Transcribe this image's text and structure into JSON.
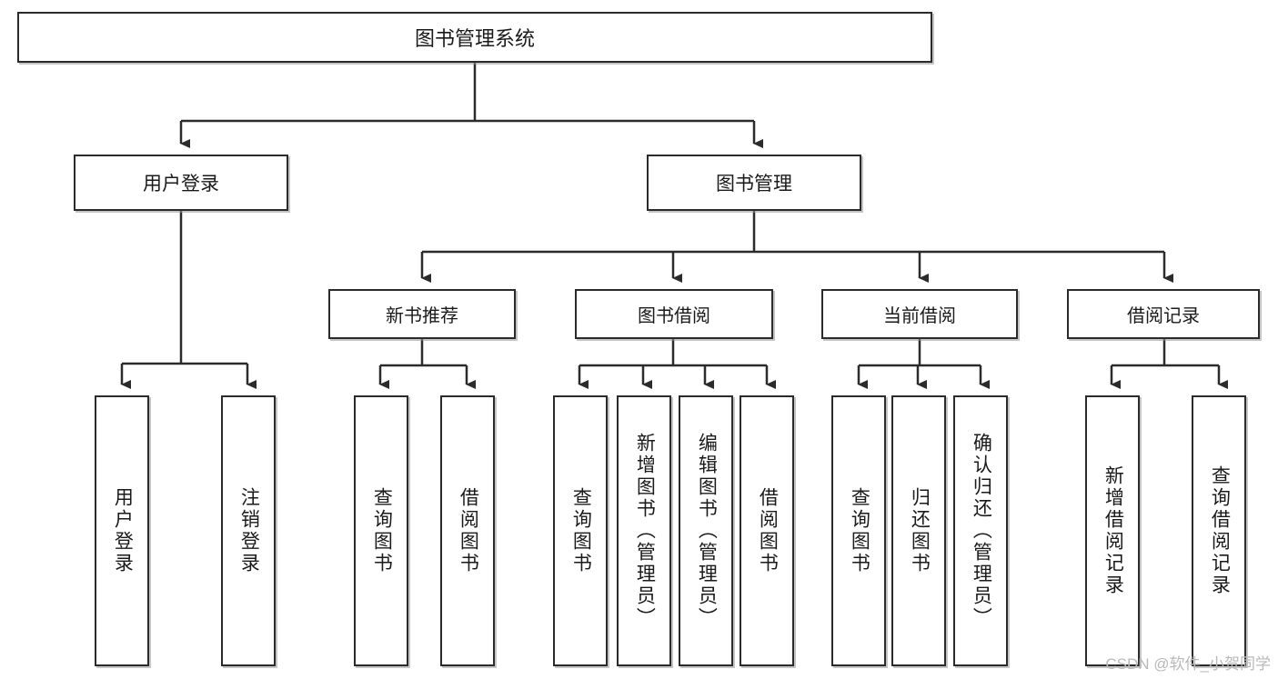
{
  "diagram": {
    "type": "tree-hierarchy-chart",
    "title": "图书管理系统",
    "stroke_color": "#2b2b2b",
    "fill_color": "#ffffff",
    "text_color": "#1a1a1a"
  },
  "root": {
    "label": "图书管理系统"
  },
  "level2": [
    {
      "label": "用户登录"
    },
    {
      "label": "图书管理"
    }
  ],
  "level3": [
    {
      "label": "新书推荐"
    },
    {
      "label": "图书借阅"
    },
    {
      "label": "当前借阅"
    },
    {
      "label": "借阅记录"
    }
  ],
  "leaves": {
    "user_login": [
      {
        "label": "用户登录"
      },
      {
        "label": "注销登录"
      }
    ],
    "new_book_recommend": [
      {
        "label": "查询图书"
      },
      {
        "label": "借阅图书"
      }
    ],
    "book_borrow": [
      {
        "label": "查询图书"
      },
      {
        "label": "新增图书（管理员）"
      },
      {
        "label": "编辑图书（管理员）"
      },
      {
        "label": "借阅图书"
      }
    ],
    "current_borrow": [
      {
        "label": "查询图书"
      },
      {
        "label": "归还图书"
      },
      {
        "label": "确认归还（管理员）"
      }
    ],
    "borrow_records": [
      {
        "label": "新增借阅记录"
      },
      {
        "label": "查询借阅记录"
      }
    ]
  },
  "watermark": {
    "text": "CSDN @软件_小贺同学"
  }
}
